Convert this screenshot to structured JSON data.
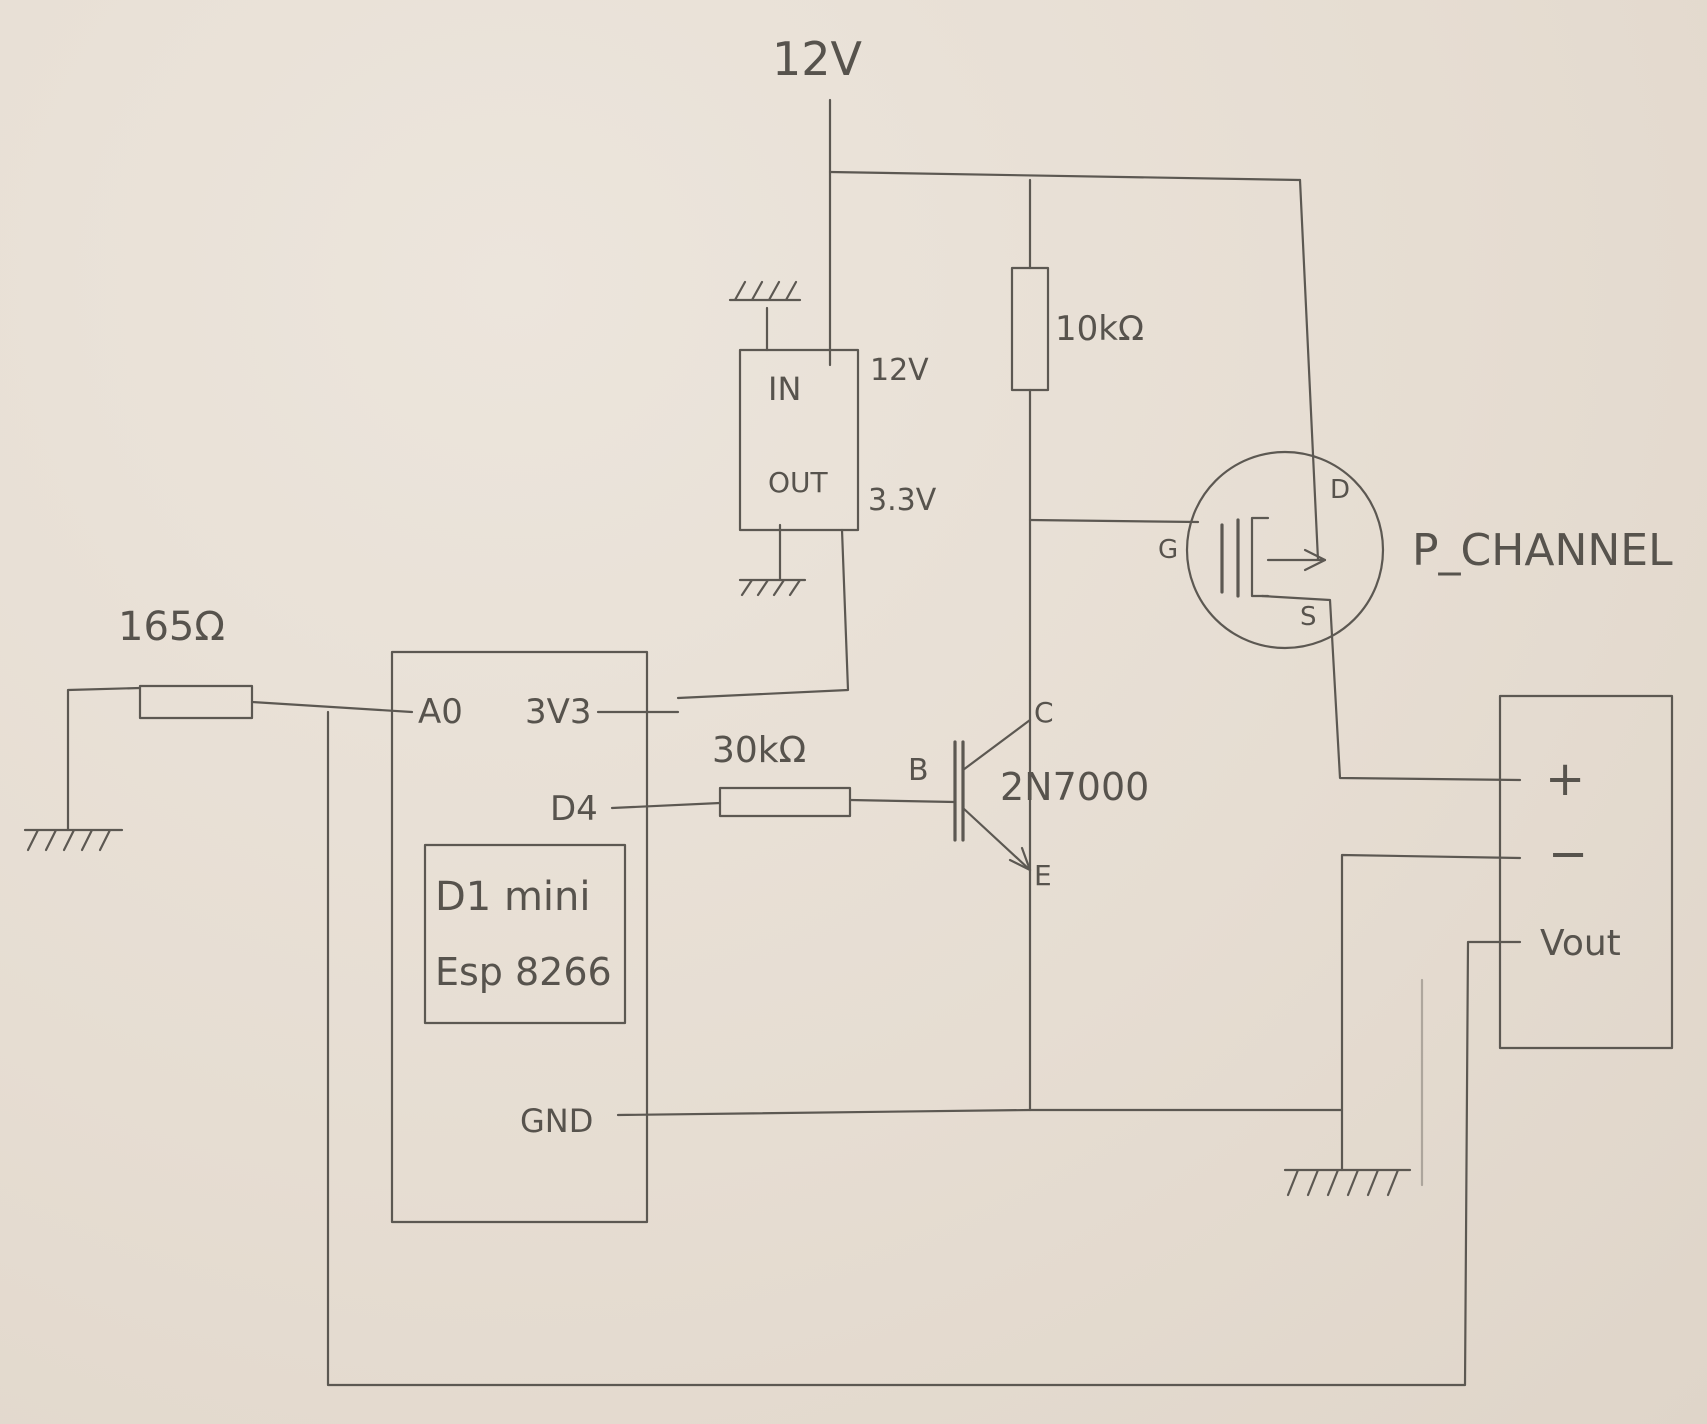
{
  "supply": {
    "label": "12V"
  },
  "regulator": {
    "in_label": "IN",
    "out_label": "OUT",
    "in_voltage": "12V",
    "out_voltage": "3.3V"
  },
  "resistors": {
    "r10k": "10kΩ",
    "r30k": "30kΩ",
    "r165": "165Ω"
  },
  "mcu": {
    "name_line1": "D1 mini",
    "name_line2": "Esp 8266",
    "pin_a0": "A0",
    "pin_3v3": "3V3",
    "pin_d4": "D4",
    "pin_gnd": "GND"
  },
  "transistor": {
    "part": "2N7000",
    "base": "B",
    "collector": "C",
    "emitter": "E"
  },
  "mosfet": {
    "label": "P_CHANNEL",
    "gate": "G",
    "drain": "D",
    "source": "S"
  },
  "module": {
    "plus": "+",
    "minus": "−",
    "vout": "Vout"
  }
}
